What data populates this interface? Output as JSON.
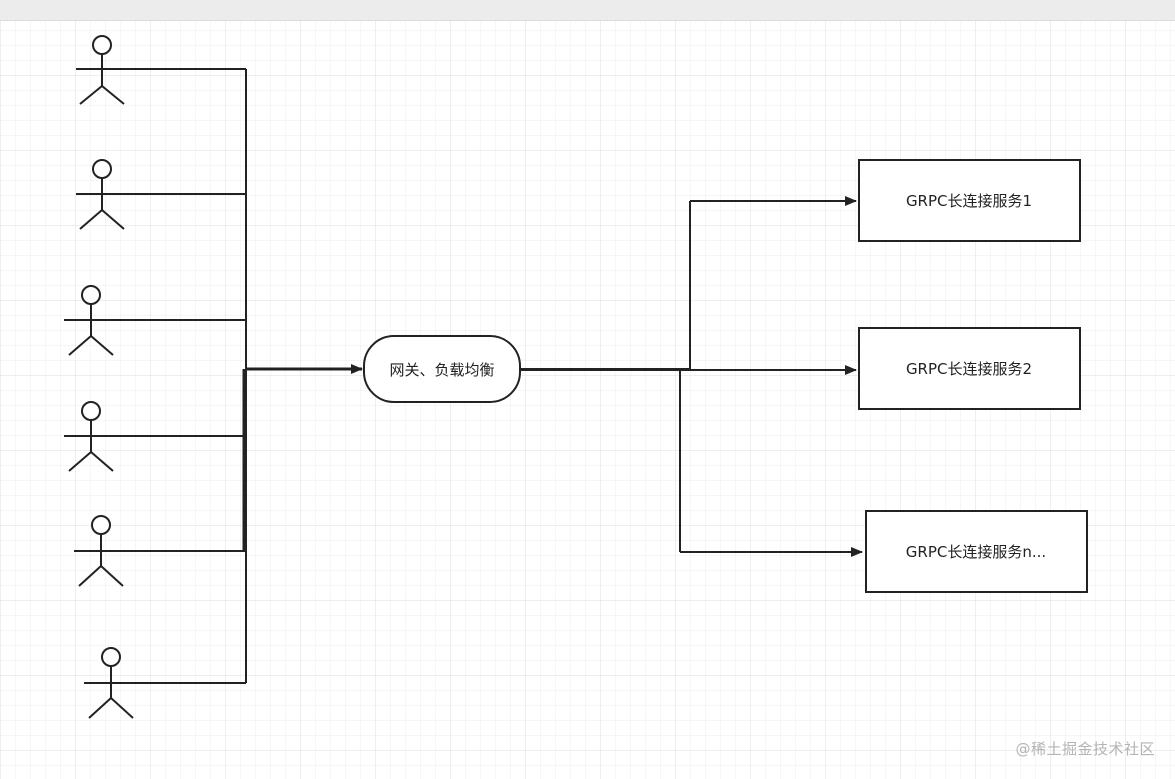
{
  "diagram": {
    "actors_count": 6,
    "gateway": {
      "label": "网关、负载均衡"
    },
    "services": [
      {
        "label": "GRPC长连接服务1"
      },
      {
        "label": "GRPC长连接服务2"
      },
      {
        "label": "GRPC长连接服务n..."
      }
    ]
  },
  "watermark": {
    "text": "@稀土掘金技术社区"
  },
  "colors": {
    "stroke": "#222222",
    "grid_minor": "#ececec",
    "grid_major": "#dcdcdc",
    "topbar": "#ececec",
    "watermark": "#b4b4b4"
  }
}
